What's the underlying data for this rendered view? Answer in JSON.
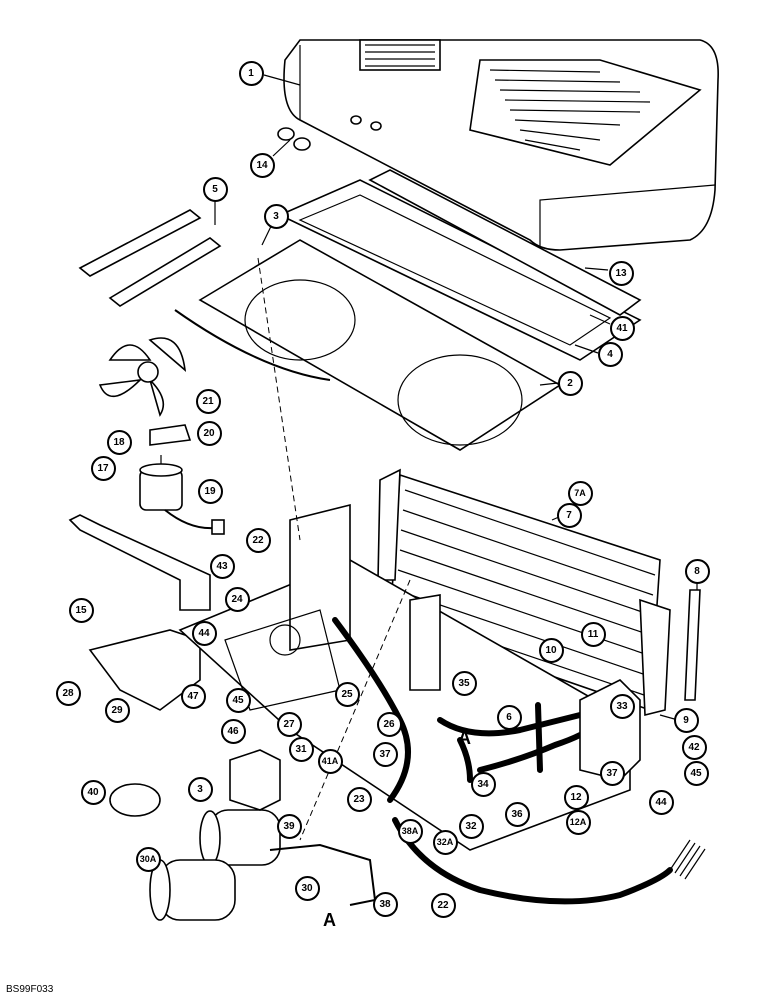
{
  "callouts": [
    "1",
    "14",
    "5",
    "3",
    "13",
    "41",
    "4",
    "2",
    "21",
    "20",
    "18",
    "17",
    "19",
    "7A",
    "7",
    "8",
    "22",
    "43",
    "24",
    "15",
    "44",
    "10",
    "11",
    "28",
    "29",
    "47",
    "45",
    "46",
    "27",
    "25",
    "35",
    "26",
    "33",
    "9",
    "6",
    "42",
    "41A",
    "37",
    "31",
    "3",
    "40",
    "39",
    "23",
    "38A",
    "32",
    "32A",
    "36",
    "12",
    "12A",
    "30",
    "30A",
    "38",
    "22",
    "44",
    "45",
    "34",
    "37"
  ],
  "section_letters": [
    "A",
    "A"
  ],
  "figure_code": "BS99F033"
}
